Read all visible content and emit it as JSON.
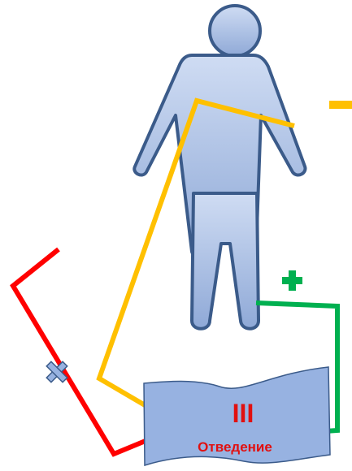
{
  "colors": {
    "figure_fill_top": "#cfdcf3",
    "figure_fill_bottom": "#8fa9d7",
    "figure_stroke": "#3b5b8a",
    "banner_fill": "#97b2e1",
    "banner_stroke": "#3b5b8a",
    "wire_yellow": "#ffc000",
    "wire_red": "#ff0000",
    "wire_green": "#00b050",
    "polarity_minus": "#ffc000",
    "polarity_plus": "#00b050",
    "label_text": "#e11010"
  },
  "icons": {
    "person": "person-figure",
    "minus": "minus-sign",
    "plus": "plus-sign",
    "neutral": "x-cross-icon"
  },
  "lead": {
    "number": "III",
    "label": "Отведение"
  }
}
